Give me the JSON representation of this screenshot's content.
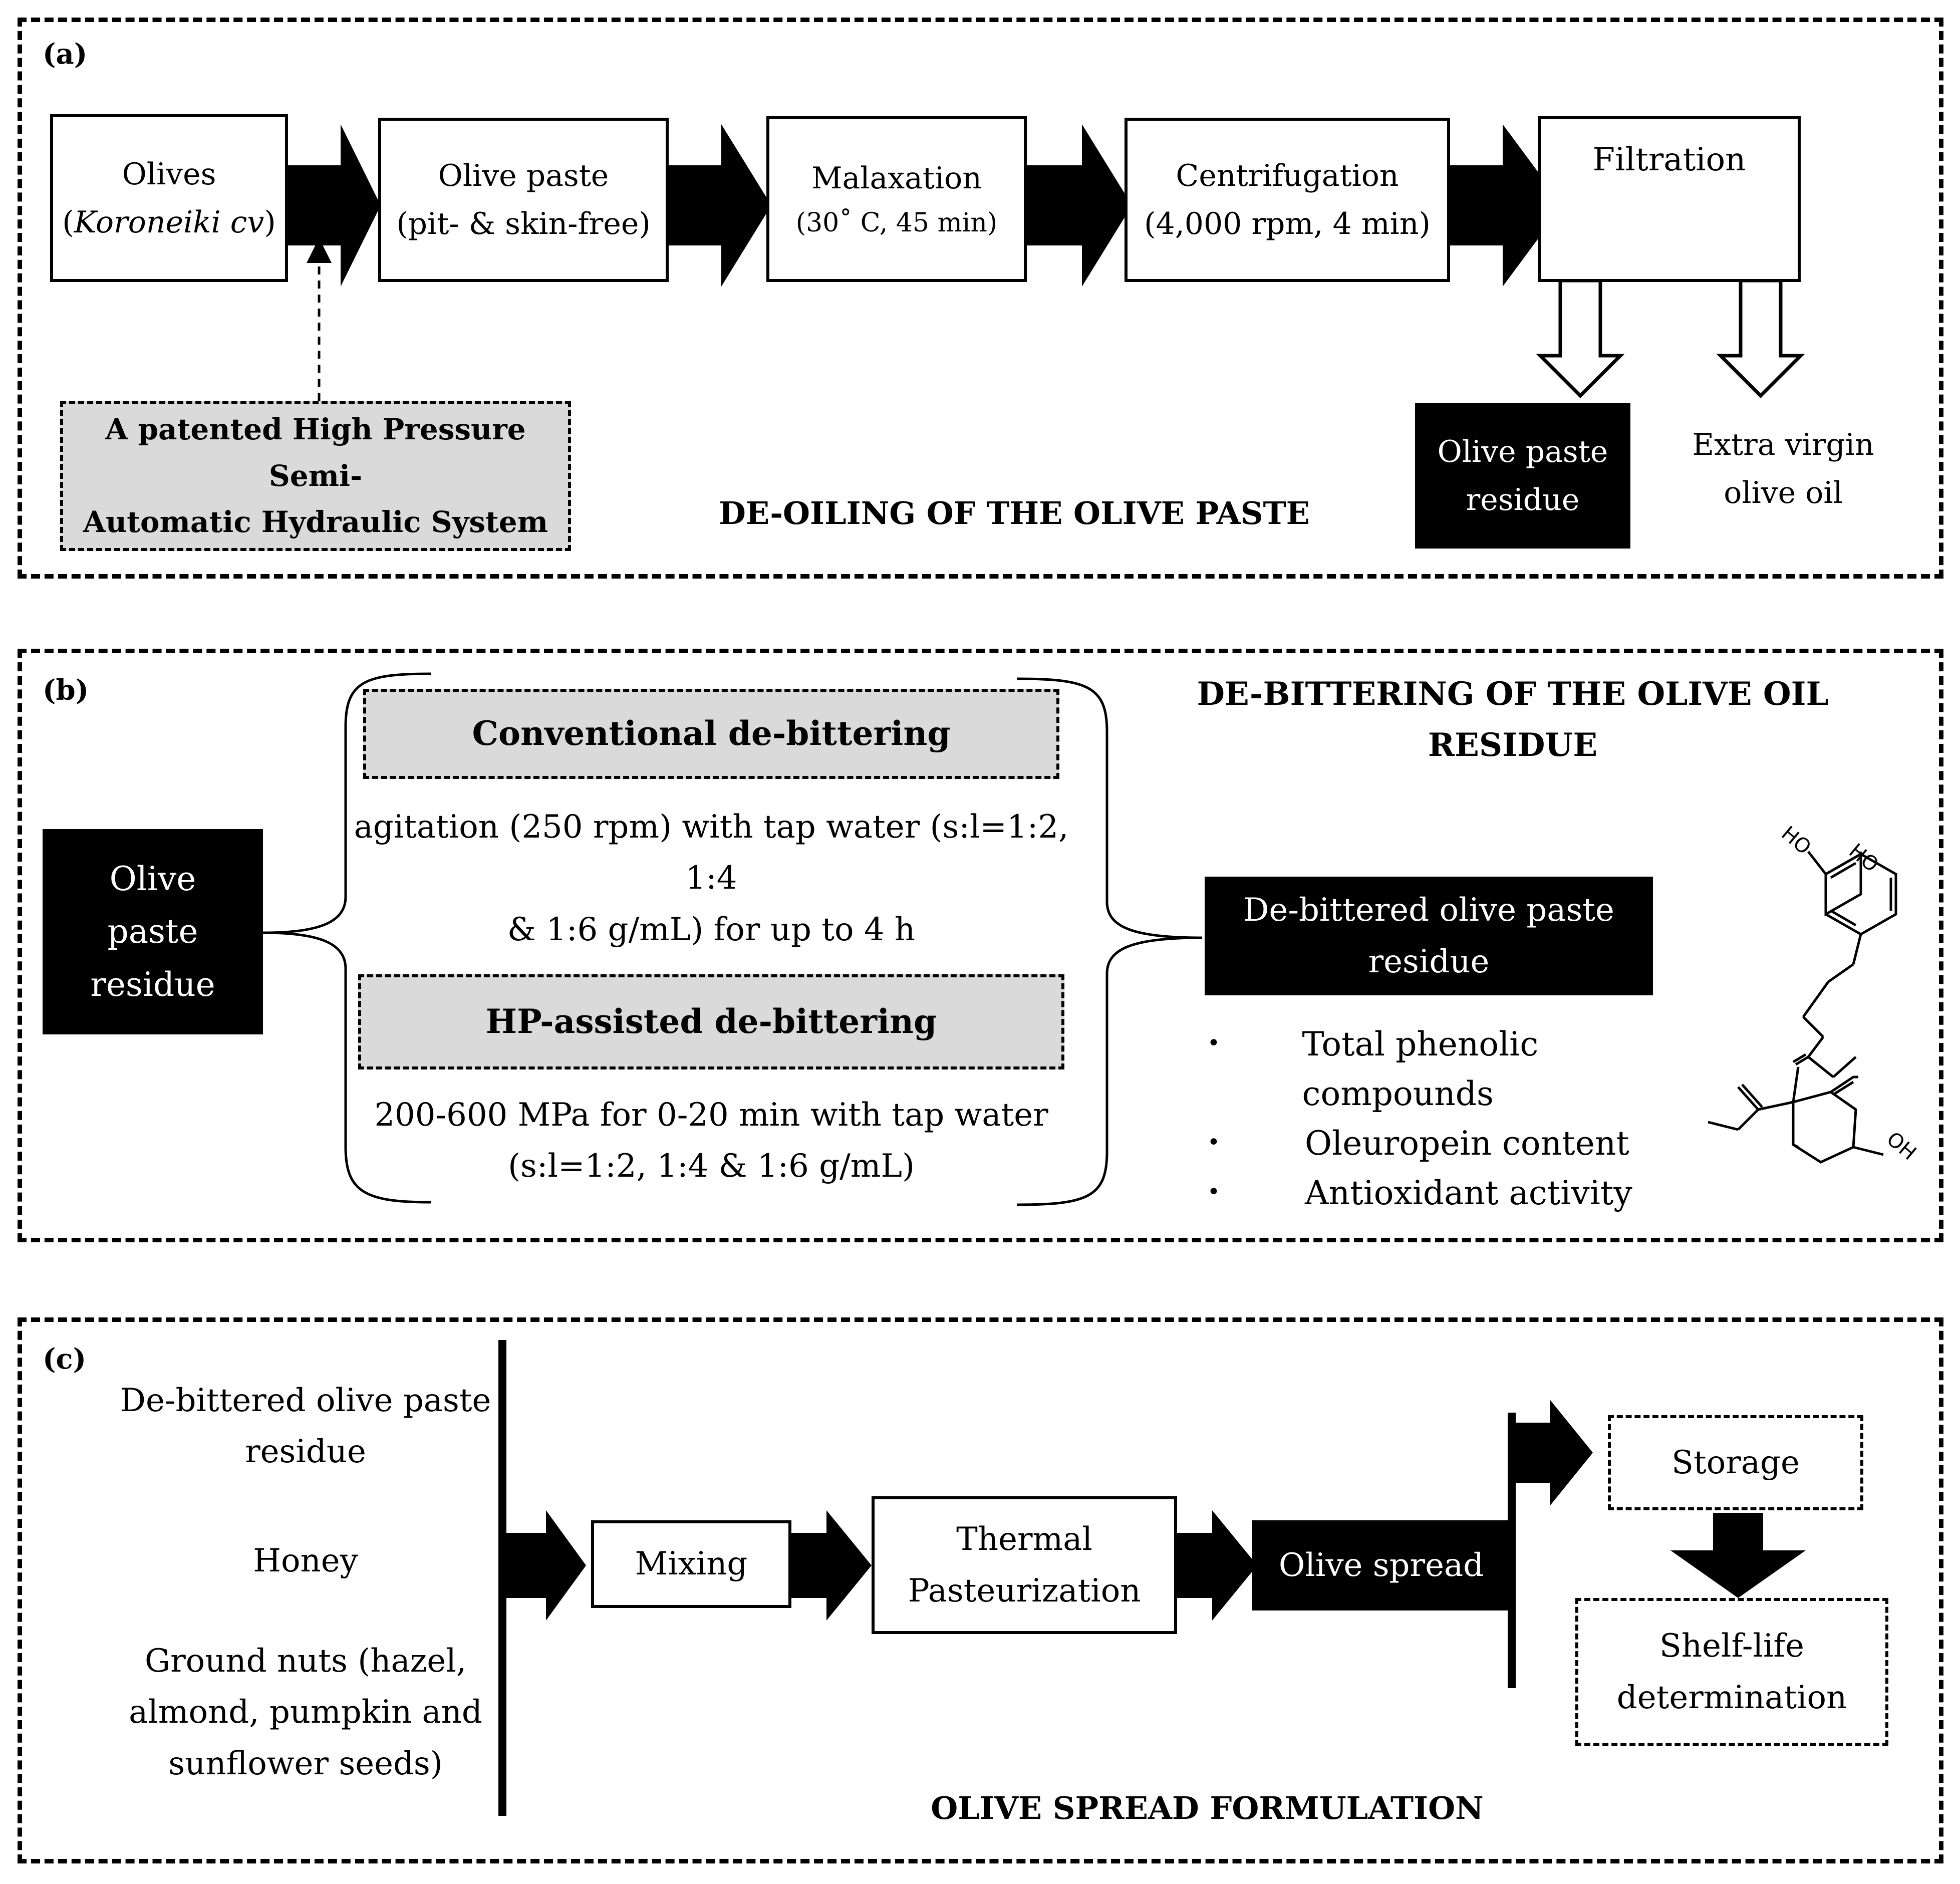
{
  "panel_a": {
    "label": "(a)",
    "steps": [
      {
        "line1": "Olives",
        "line2": "Koroneiki cv"
      },
      {
        "line1": "Olive paste",
        "line2": "(pit- & skin-free)"
      },
      {
        "line1": "Malaxation",
        "line2": "(30˚ C, 45 min)"
      },
      {
        "line1": "Centrifugation",
        "line2": "(4,000 rpm, 4 min)"
      },
      {
        "line1": "Filtration",
        "line2": ""
      }
    ],
    "hydraulic_system": {
      "line1": "A patented High Pressure Semi-",
      "line2": "Automatic Hydraulic System"
    },
    "outputs": {
      "residue": {
        "line1": "Olive paste",
        "line2": "residue"
      },
      "oil": {
        "line1": "Extra virgin",
        "line2": "olive oil"
      }
    },
    "title": "DE-OILING OF THE OLIVE PASTE"
  },
  "panel_b": {
    "label": "(b)",
    "input": {
      "line1": "Olive",
      "line2": "paste",
      "line3": "residue"
    },
    "conventional": {
      "title": "Conventional de-bittering",
      "line1": "agitation (250 rpm) with tap water (s:l=1:2, 1:4",
      "line2": "& 1:6 g/mL) for up to 4 h"
    },
    "hp": {
      "title": "HP-assisted de-bittering",
      "line1": "200-600 MPa for 0-20 min with tap water",
      "line2": "(s:l=1:2, 1:4 & 1:6 g/mL)"
    },
    "title": {
      "line1": "DE-BITTERING OF THE OLIVE OIL",
      "line2": "RESIDUE"
    },
    "output": {
      "line1": "De-bittered olive paste",
      "line2": "residue"
    },
    "bullets": [
      "Total phenolic compounds",
      "Oleuropein content",
      "Antioxidant activity"
    ],
    "bullet_symbol": "•",
    "molecule_labels": {
      "ho1": "HO",
      "ho2": "HO",
      "oh": "OH"
    }
  },
  "panel_c": {
    "label": "(c)",
    "ingredients": {
      "item1": {
        "line1": "De-bittered olive paste",
        "line2": "residue"
      },
      "item2": "Honey",
      "item3": {
        "line1": "Ground nuts (hazel,",
        "line2": "almond, pumpkin and",
        "line3": "sunflower seeds)"
      }
    },
    "mixing": "Mixing",
    "pasteurization": {
      "line1": "Thermal",
      "line2": "Pasteurization"
    },
    "spread": "Olive spread",
    "storage": "Storage",
    "shelf_life": {
      "line1": "Shelf-life",
      "line2": "determination"
    },
    "title": "OLIVE SPREAD FORMULATION"
  }
}
